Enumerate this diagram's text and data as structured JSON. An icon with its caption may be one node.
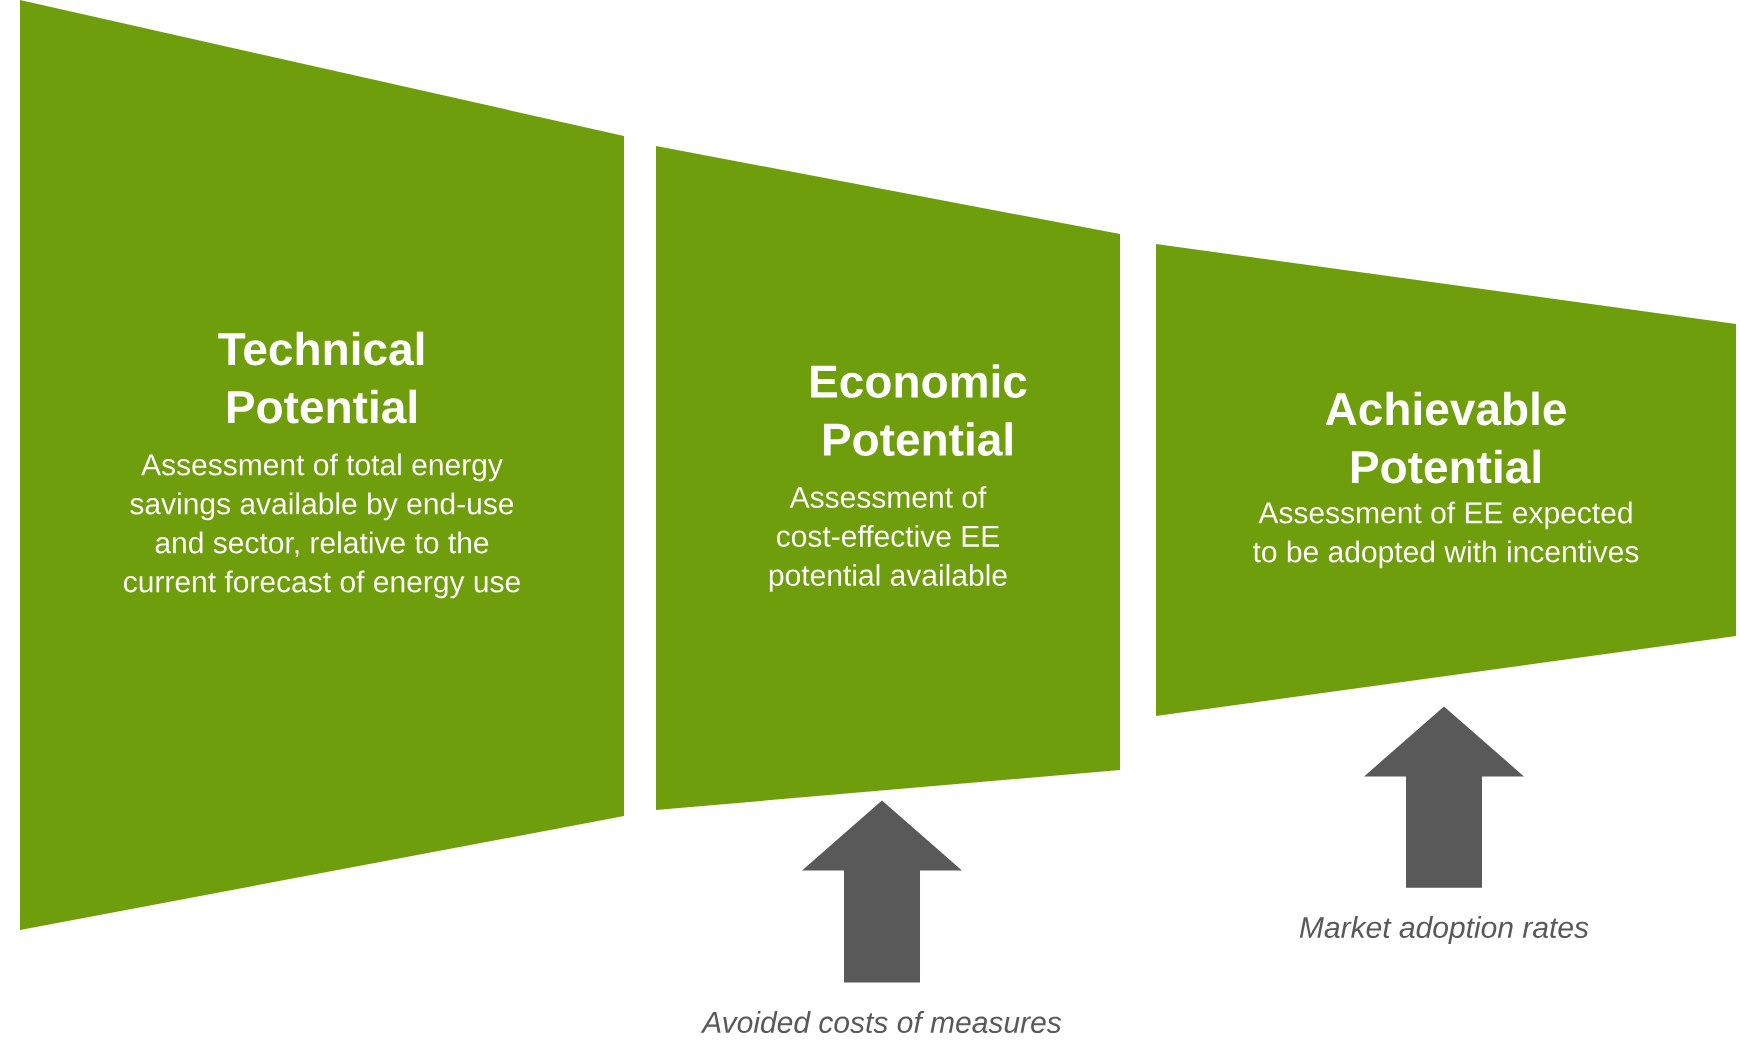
{
  "diagram": {
    "nodes": [
      {
        "text": [
          "Technical Potential",
          "Assessment of total energy savings available by end-use and sector, relative to the current forecast of energy use"
        ]
      },
      {
        "text": [
          "Economic Potential",
          "Assessment of cost-effective EE potential available"
        ]
      },
      {
        "text": [
          "Achievable Potential",
          "Assessment of EE expected to be adopted with incentives"
        ]
      },
      {
        "text": [
          "Avoided costs of measures"
        ]
      },
      {
        "text": [
          "Market adoption rates"
        ]
      }
    ],
    "edges": [
      {
        "from": 3,
        "to": 1,
        "arrow": "to"
      },
      {
        "from": 4,
        "to": 2,
        "arrow": "to"
      }
    ]
  }
}
